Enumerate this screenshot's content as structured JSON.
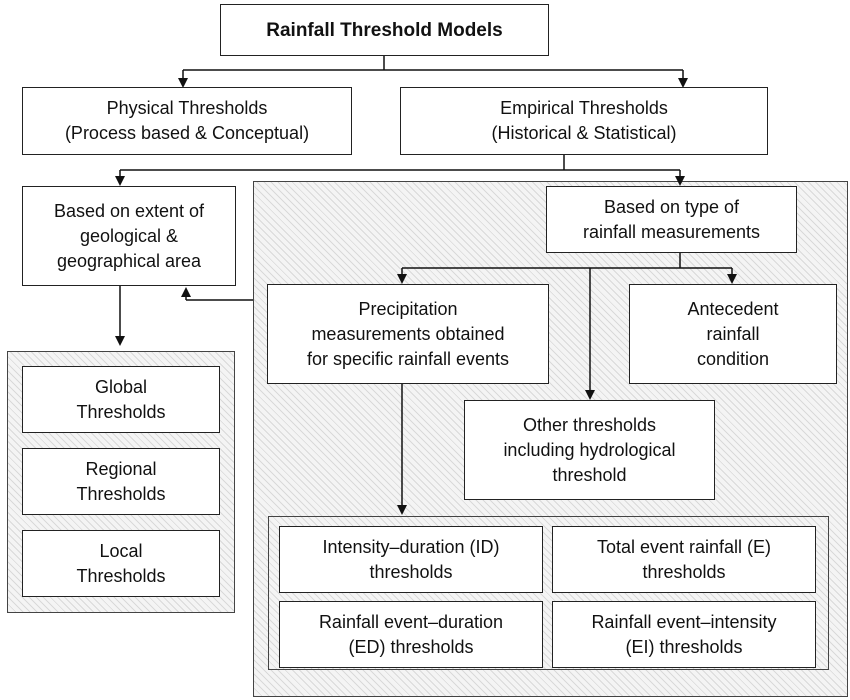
{
  "title": "Rainfall Threshold Models",
  "physical": "Physical Thresholds\n(Process based & Conceptual)",
  "empirical": "Empirical Thresholds\n(Historical & Statistical)",
  "extent": "Based on extent of\ngeological &\ngeographical area",
  "global": "Global\nThresholds",
  "regional": "Regional\nThresholds",
  "local": "Local\nThresholds",
  "type_measurements": "Based on type of\nrainfall measurements",
  "precipitation": "Precipitation\nmeasurements obtained\nfor specific rainfall events",
  "antecedent": "Antecedent\nrainfall\ncondition",
  "other": "Other thresholds\nincluding hydrological\nthreshold",
  "id_thresholds": "Intensity–duration (ID)\nthresholds",
  "e_thresholds": "Total event rainfall (E)\nthresholds",
  "ed_thresholds": "Rainfall event–duration\n(ED) thresholds",
  "ei_thresholds": "Rainfall event–intensity\n(EI) thresholds"
}
